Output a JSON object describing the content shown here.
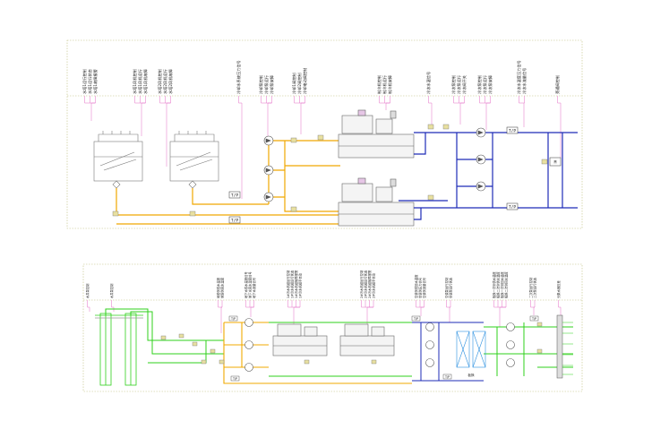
{
  "top_panel": {
    "signal_groups": [
      [
        "水塔1运行控制",
        "水塔1运行状态",
        "水塔1故障报警"
      ],
      [
        "水塔1风机控制",
        "水塔1风机运行",
        "水塔1风机故障"
      ],
      [
        "水塔2风机控制",
        "水塔2风机运行",
        "水塔2风机故障"
      ],
      [
        "冷却水系统压力信号"
      ],
      [
        "冷却泵控制",
        "冷却泵运行",
        "冷却泵故障"
      ],
      [
        "冷却1阀控制",
        "冷却2阀控制",
        "冷却电动阀控制"
      ],
      [
        "制冷机控制",
        "制冷机运行",
        "制冷机故障"
      ],
      [
        "冷冻水温信号"
      ],
      [
        "冷冻泵控制",
        "冷冻泵运行",
        "冷冻阀开关"
      ],
      [
        "冷冻泵控制",
        "冷冻泵运行",
        "冷冻泵故障"
      ],
      [
        "冷冻水温度压力信号",
        "冷冻水流量信号"
      ],
      [
        "旁通阀控制"
      ]
    ],
    "tp_labels": [
      "T/P",
      "T/P",
      "T/P",
      "T/P"
    ],
    "valve_label": "M"
  },
  "bottom_panel": {
    "signal_groups": [
      [
        "水井泵控制"
      ],
      [
        "水井泵控制"
      ],
      [
        "地源侧供水温度",
        "地源侧回水温度"
      ],
      [
        "地下水供水温度信号",
        "地下水回水温度信号",
        "地下水流量信号"
      ],
      [
        "1#冷水机组运行控制",
        "1#冷水机组运行状态",
        "1#冷水机组故障报警",
        "1#冷水机组手自动"
      ],
      [
        "2#冷水机组运行控制",
        "2#冷水机组运行状态",
        "2#冷水机组故障报警",
        "2#冷水机组手自动"
      ],
      [
        "空调侧供回水温度",
        "空调侧压力信号",
        "空调侧流量信号"
      ],
      [
        "空调泵运行控制",
        "空调泵运行状态"
      ],
      [
        "板换一次侧供水温度",
        "板换二次侧供水温度",
        "板换一次侧回水温度",
        "板换二次侧回水温度"
      ],
      [
        "二次泵运行控制",
        "二次泵运行状态"
      ],
      [
        "分集水器压差"
      ]
    ],
    "tp_labels": [
      "T/P",
      "T/P",
      "T/P",
      "T/P",
      "T/P"
    ],
    "hx_label": "板换"
  },
  "colors": {
    "border": "#bfbf7f",
    "signal_line": "#e46fc6",
    "cooling_water": "#f0a800",
    "chilled_water": "#1d2bb7",
    "ground_water": "#2fd11b",
    "equipment": "#777777"
  }
}
